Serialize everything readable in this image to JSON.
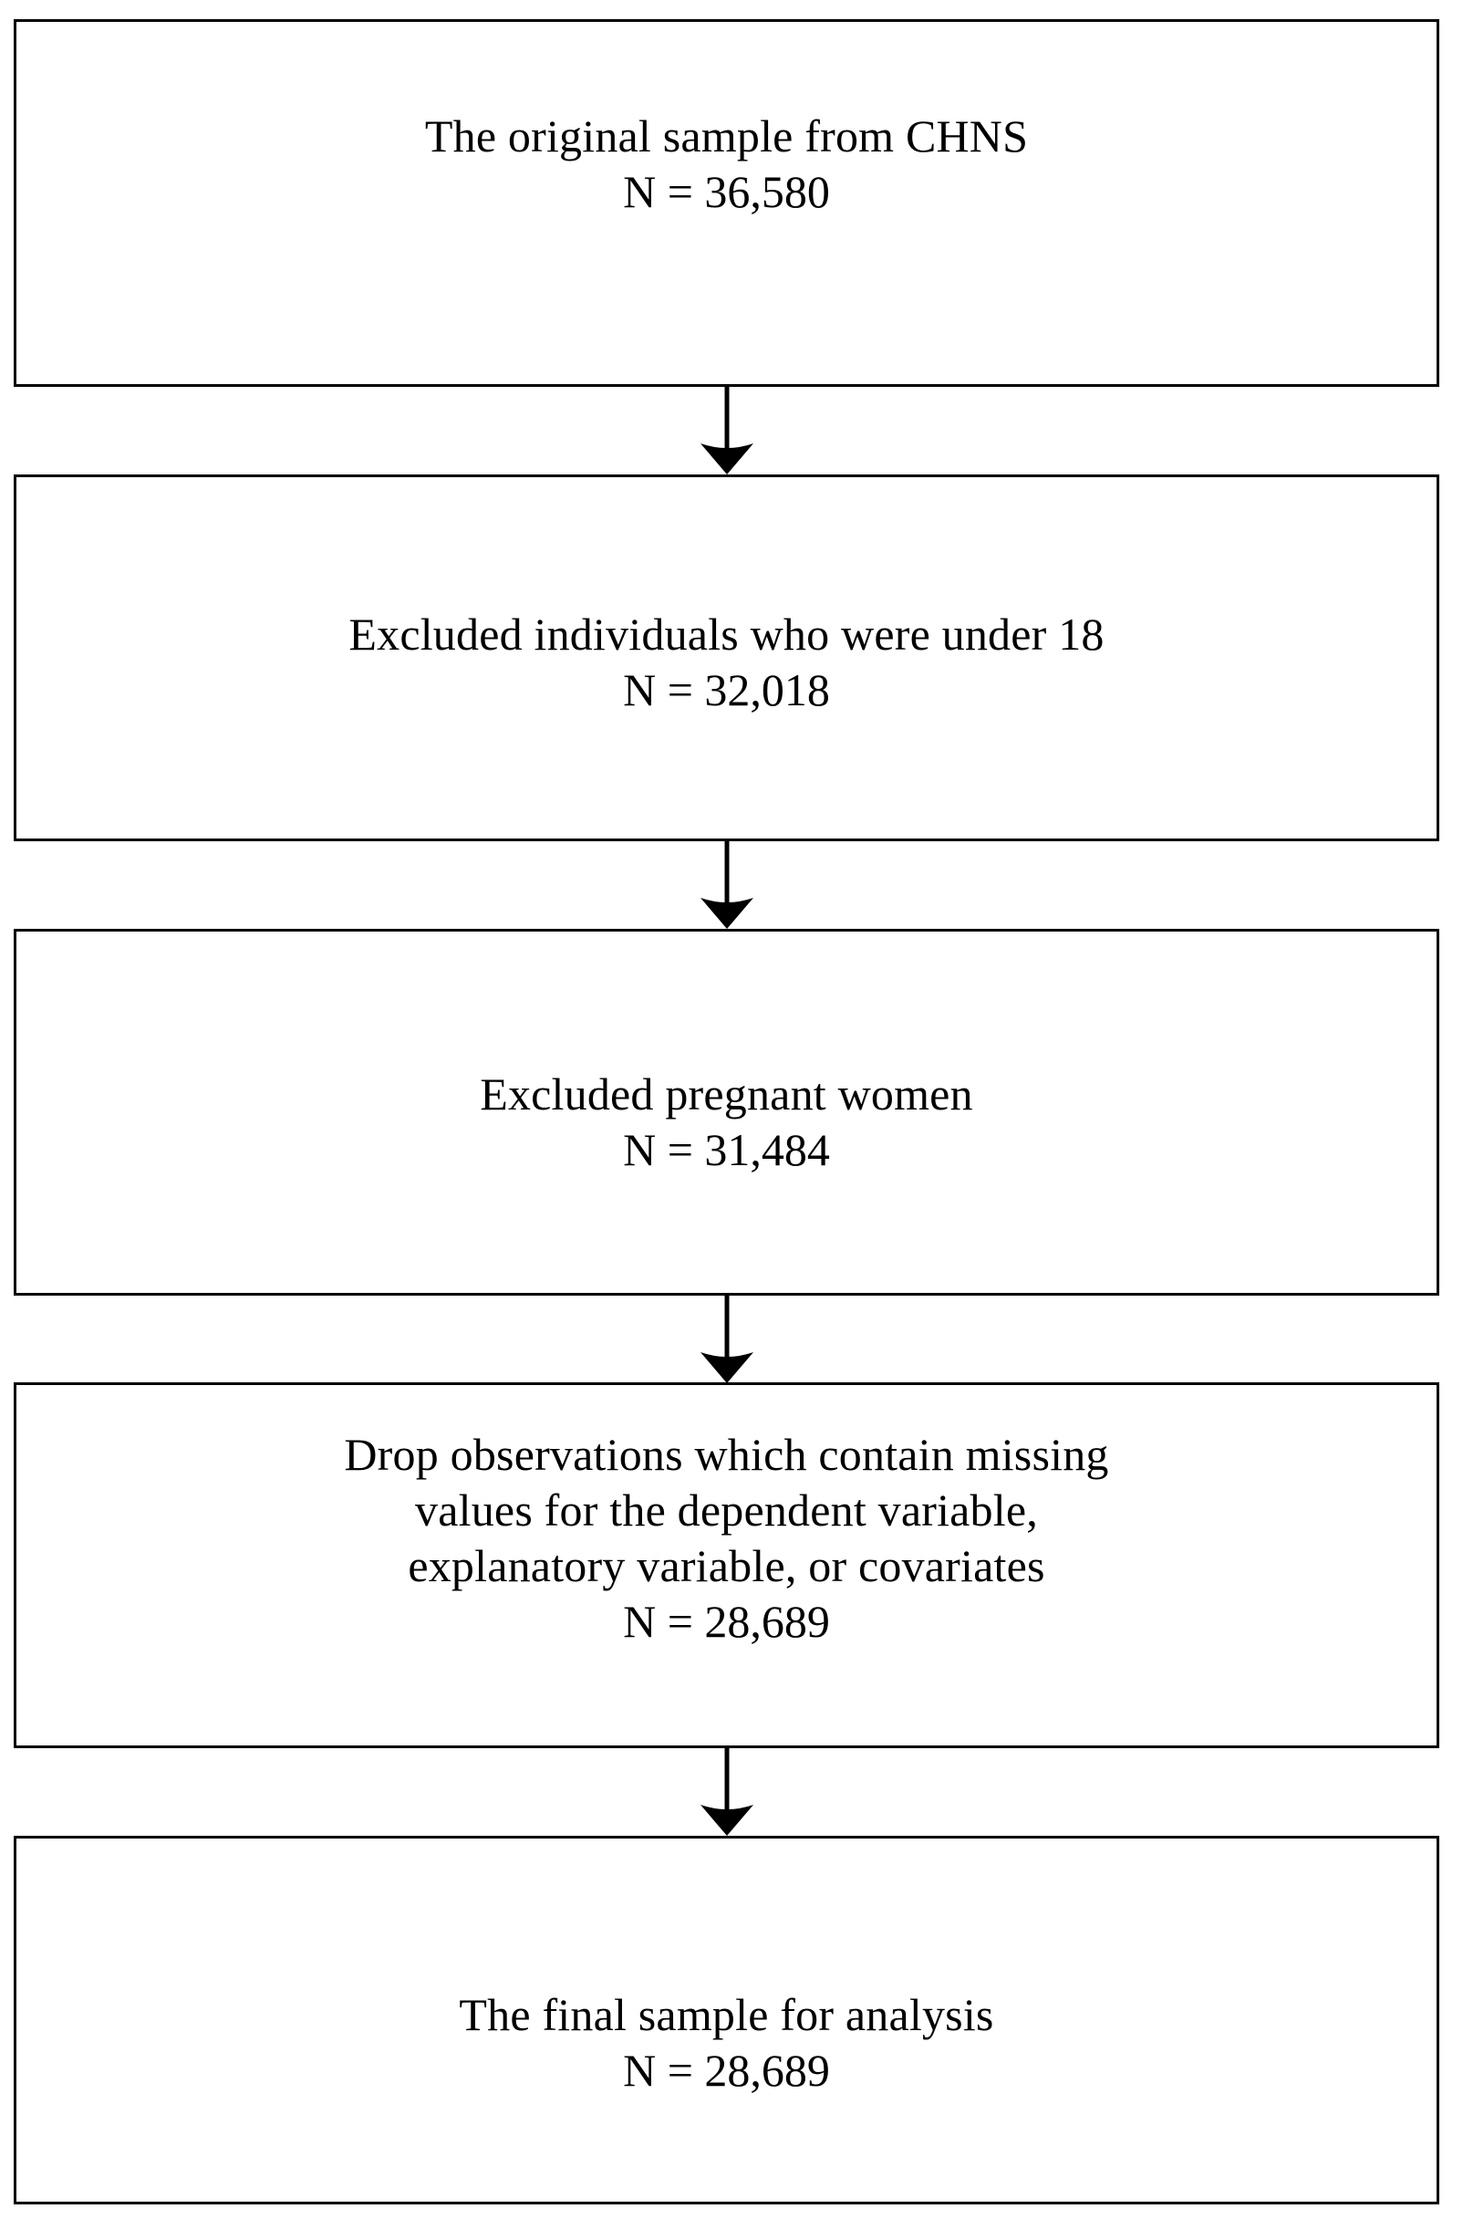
{
  "figure": {
    "type": "flowchart",
    "orientation": "vertical-top-to-bottom",
    "background_color": "#ffffff",
    "line_color": "#000000",
    "text_color": "#000000",
    "node_count": 5,
    "connector_count": 4
  },
  "nodes": [
    {
      "id": "original-sample",
      "label": "The original sample from CHNS",
      "count_label": "N = 36,580",
      "n": 36580
    },
    {
      "id": "excluded-under-18",
      "label": "Excluded individuals who were under 18",
      "count_label": "N = 32,018",
      "n": 32018
    },
    {
      "id": "excluded-pregnant-women",
      "label": "Excluded pregnant women",
      "count_label": "N = 31,484",
      "n": 31484
    },
    {
      "id": "drop-missing-values",
      "label": "Drop observations which contain missing\nvalues for the dependent variable,\nexplanatory variable, or covariates",
      "count_label": "N = 28,689",
      "n": 28689
    },
    {
      "id": "final-sample",
      "label": "The final sample for analysis",
      "count_label": "N = 28,689",
      "n": 28689
    }
  ],
  "connectors": [
    {
      "id": "arrow-1",
      "from": "original-sample",
      "to": "excluded-under-18",
      "style": "solid-line-with-filled-arrowhead"
    },
    {
      "id": "arrow-2",
      "from": "excluded-under-18",
      "to": "excluded-pregnant-women",
      "style": "solid-line-with-filled-arrowhead"
    },
    {
      "id": "arrow-3",
      "from": "excluded-pregnant-women",
      "to": "drop-missing-values",
      "style": "solid-line-with-filled-arrowhead"
    },
    {
      "id": "arrow-4",
      "from": "drop-missing-values",
      "to": "final-sample",
      "style": "solid-line-with-filled-arrowhead"
    }
  ]
}
